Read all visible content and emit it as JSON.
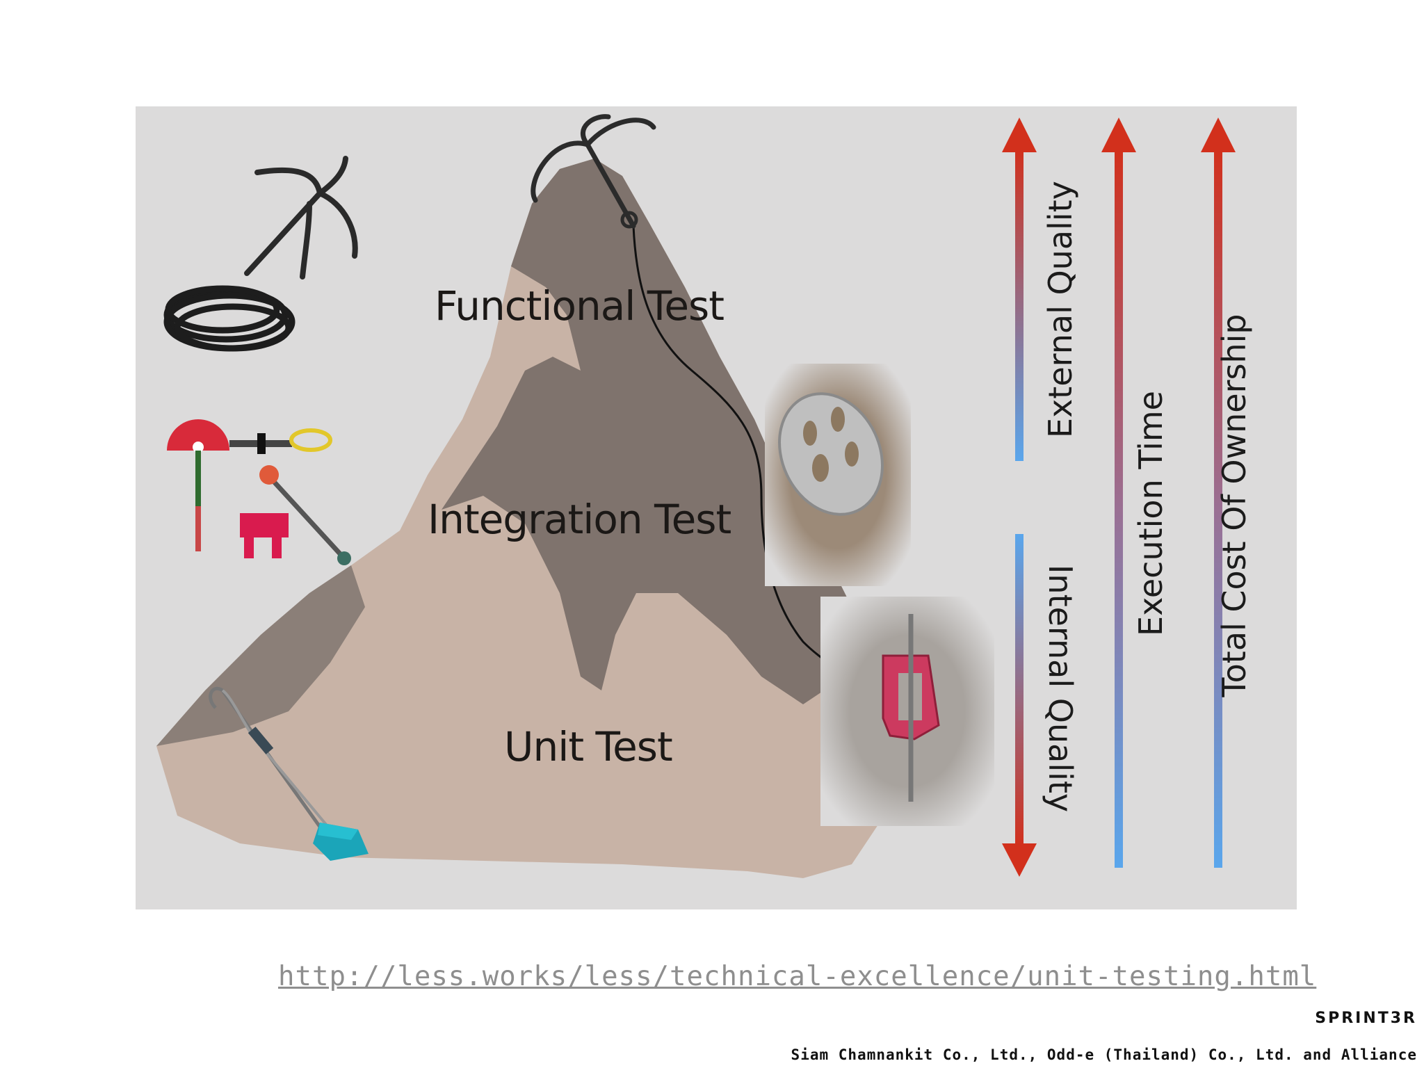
{
  "diagram": {
    "layers": [
      {
        "label": "Functional Test"
      },
      {
        "label": "Integration Test"
      },
      {
        "label": "Unit Test"
      }
    ],
    "arrows": [
      {
        "label": "External Quality",
        "direction": "up"
      },
      {
        "label": "Internal Quality",
        "direction": "down"
      },
      {
        "label": "Execution Time",
        "direction": "up"
      },
      {
        "label": "Total Cost Of Ownership",
        "direction": "up"
      }
    ],
    "colors": {
      "panel": "#dcdbdb",
      "mountain_light": "#c8b3a6",
      "mountain_dark": "#7f736d",
      "arrow_top": "#d2301c",
      "arrow_bottom": "#5aa6ec"
    },
    "icons": [
      "grappling-hook-icon",
      "rope-coil-icon",
      "climbing-cam-icon",
      "climbing-nut-icon",
      "piton-icon",
      "rope-icon"
    ]
  },
  "footer": {
    "url": "http://less.works/less/technical-excellence/unit-testing.html",
    "brand": "SPRINT3R",
    "copyright": "Siam Chamnankit Co., Ltd., Odd-e (Thailand) Co., Ltd. and Alliance"
  }
}
